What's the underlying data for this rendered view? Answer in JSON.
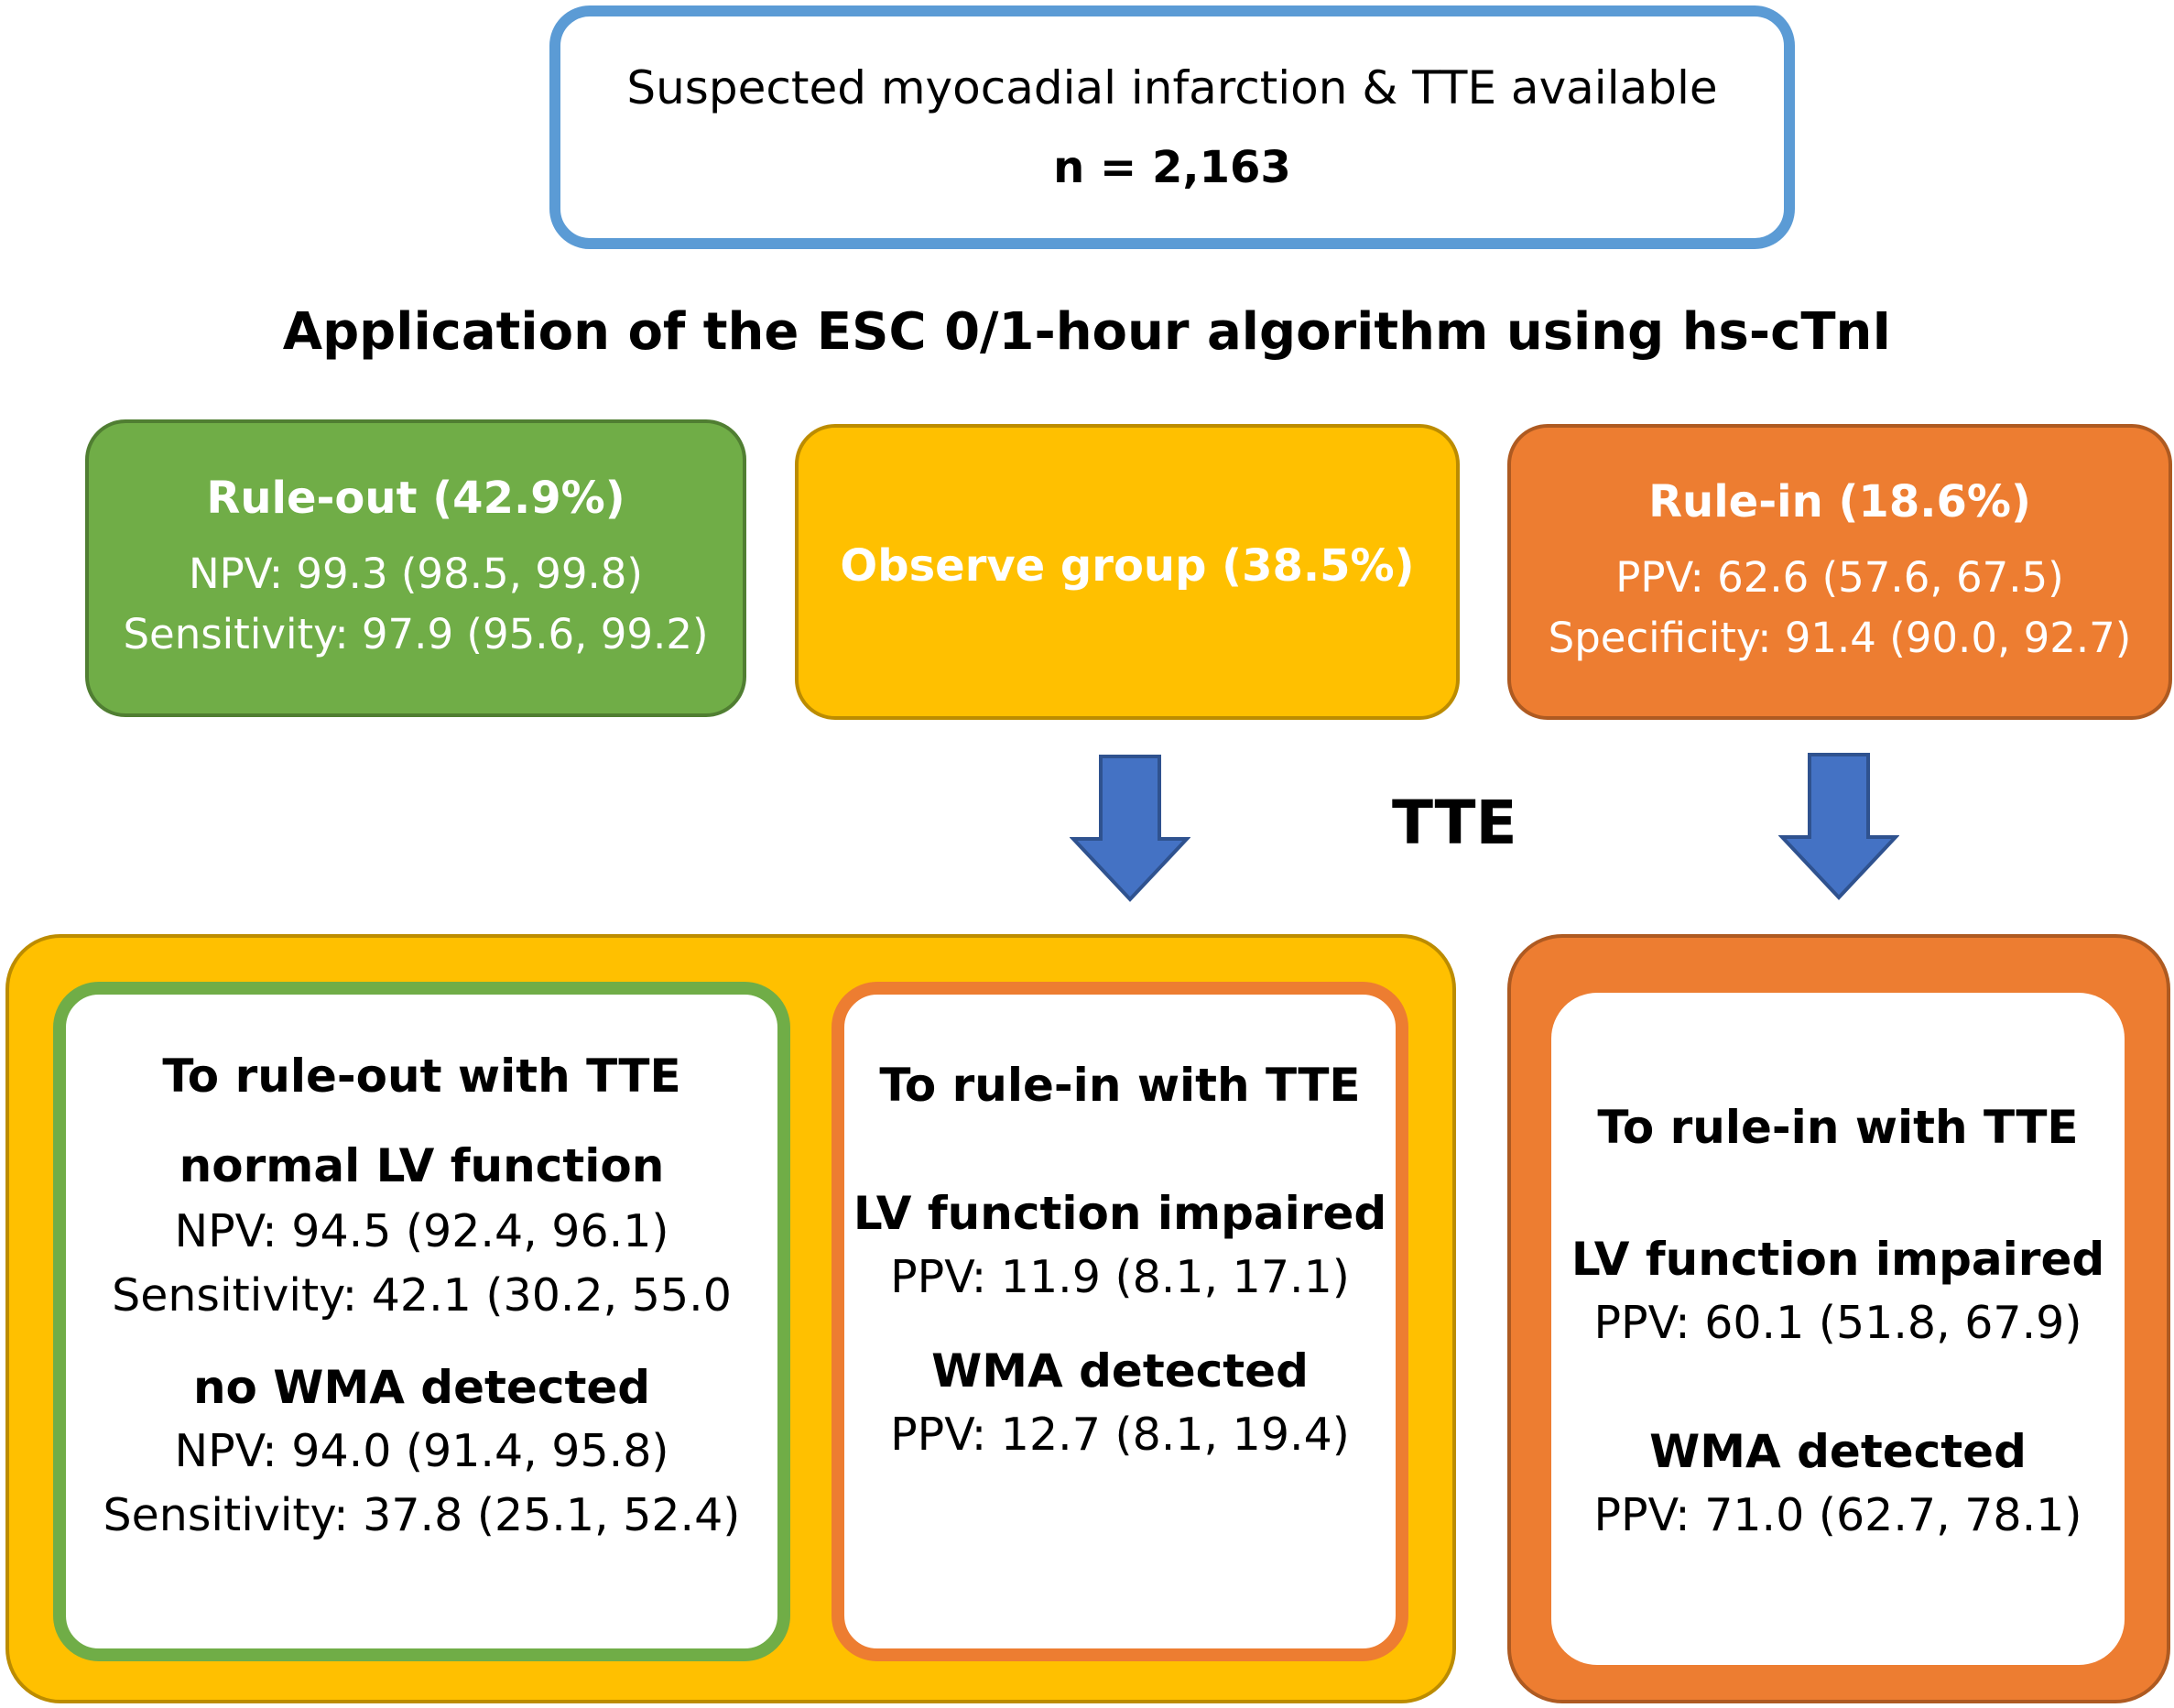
{
  "top": {
    "title": "Suspected myocadial infarction & TTE available",
    "n": "n = 2,163"
  },
  "algorithm_heading": "Application of the ESC 0/1-hour algorithm using hs-cTnI",
  "rule_out": {
    "title": "Rule-out (42.9%)",
    "npv": "NPV: 99.3 (98.5, 99.8)",
    "sensitivity": "Sensitivity: 97.9 (95.6, 99.2)",
    "color": "#70ad47"
  },
  "observe": {
    "title": "Observe group (38.5%)",
    "color": "#ffc000"
  },
  "rule_in": {
    "title": "Rule-in (18.6%)",
    "ppv": "PPV: 62.6 (57.6, 67.5)",
    "specificity": "Specificity: 91.4 (90.0, 92.7)",
    "color": "#ed7d31"
  },
  "tte_label": "TTE",
  "observe_tte": {
    "rule_out": {
      "title": "To rule-out with TTE",
      "normal_lv": {
        "title": "normal LV function",
        "npv": "NPV: 94.5 (92.4, 96.1)",
        "sensitivity": "Sensitivity: 42.1 (30.2, 55.0"
      },
      "no_wma": {
        "title": "no WMA detected",
        "npv": "NPV: 94.0 (91.4, 95.8)",
        "sensitivity": "Sensitivity: 37.8 (25.1, 52.4)"
      }
    },
    "rule_in": {
      "title": "To rule-in with TTE",
      "lv_impaired": {
        "title": "LV function impaired",
        "ppv": "PPV: 11.9 (8.1, 17.1)"
      },
      "wma": {
        "title": "WMA detected",
        "ppv": "PPV: 12.7 (8.1, 19.4)"
      }
    }
  },
  "rule_in_tte": {
    "title": "To rule-in with TTE",
    "lv_impaired": {
      "title": "LV function impaired",
      "ppv": "PPV: 60.1 (51.8, 67.9)"
    },
    "wma": {
      "title": "WMA detected",
      "ppv": "PPV: 71.0 (62.7, 78.1)"
    }
  },
  "colors": {
    "arrow": "#4472c4",
    "arrow_border": "#2f528f",
    "top_border": "#5b9bd5"
  }
}
